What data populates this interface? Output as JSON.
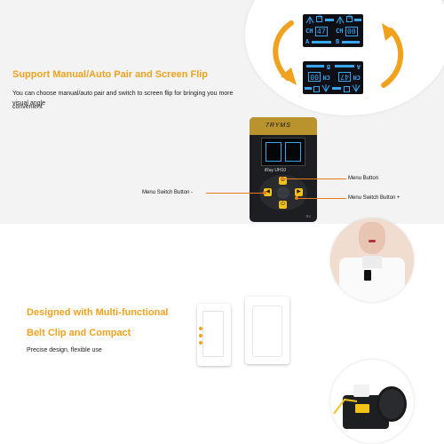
{
  "colors": {
    "accent": "#f0a21e",
    "lcd_text": "#39a6f2",
    "callout_line": "#e87b1f",
    "button_yellow": "#f3c21a"
  },
  "section1": {
    "title": "Support Manual/Auto Pair and Screen Flip",
    "description_line1": "You can choose manual/auto pair and switch to screen flip for bringing you more convenient",
    "description_line2": "visual angle"
  },
  "lcd_top": {
    "left_channel": "47",
    "right_channel": "00",
    "ch_label": "CH",
    "left_icon": "S",
    "right_icon": "S",
    "left_side": "A",
    "right_side": "B"
  },
  "lcd_bottom": {
    "left_channel": "47",
    "right_channel": "00",
    "ch_label": "CH",
    "left_side": "A",
    "right_side": "B"
  },
  "device": {
    "brand": "7RYMS",
    "model": "iRay UH10",
    "badge": "RX"
  },
  "callouts": {
    "menu_button": "Menu Button",
    "menu_switch_minus": "Menu Switch Button -",
    "menu_switch_plus": "Menu Switch Button +"
  },
  "section2": {
    "title_line1": "Designed with Multi-functional",
    "title_line2": "Belt Clip and Compact",
    "description": "Precise design, flexible use"
  }
}
